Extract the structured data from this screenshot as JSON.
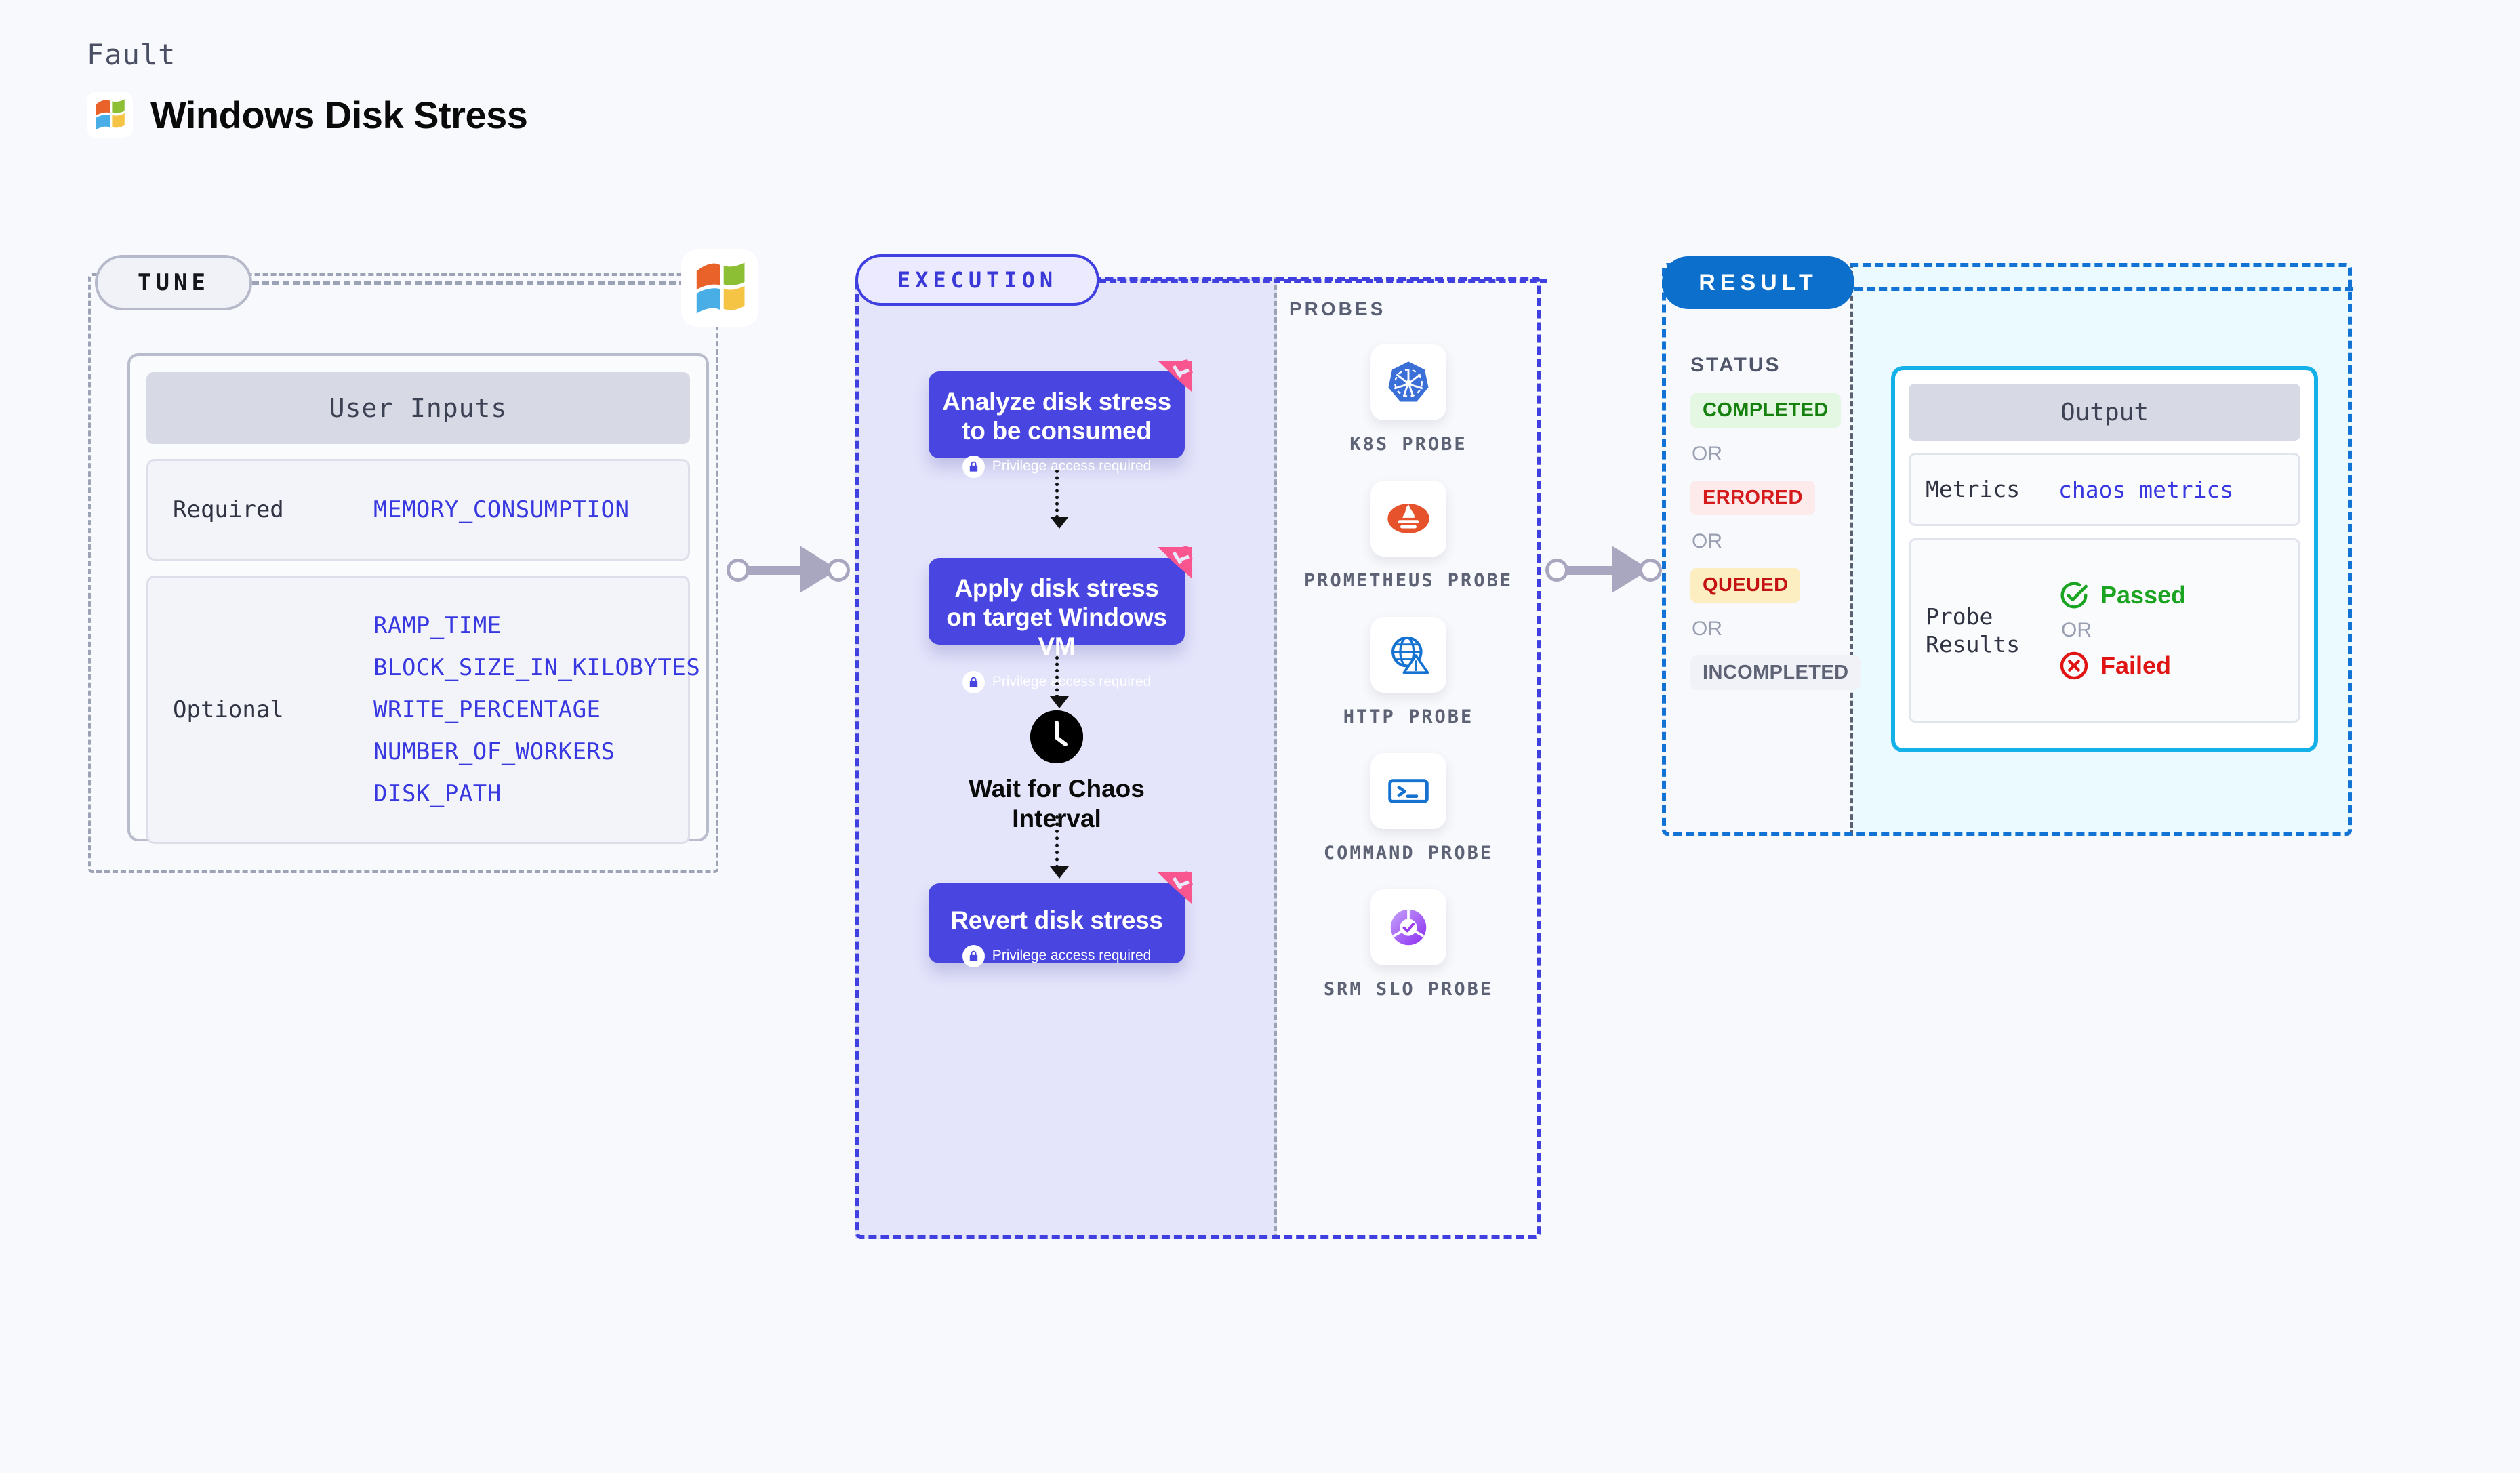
{
  "header": {
    "kicker": "Fault",
    "title": "Windows Disk Stress",
    "logo_icon": "windows-logo-icon"
  },
  "tune": {
    "pill_label": "TUNE",
    "logo_icon": "windows-logo-icon",
    "card_title": "User Inputs",
    "groups": [
      {
        "label": "Required",
        "values": [
          "MEMORY_CONSUMPTION"
        ]
      },
      {
        "label": "Optional",
        "values": [
          "RAMP_TIME",
          "BLOCK_SIZE_IN_KILOBYTES",
          "WRITE_PERCENTAGE",
          "NUMBER_OF_WORKERS",
          "DISK_PATH"
        ]
      }
    ]
  },
  "execution": {
    "pill_label": "EXECUTION",
    "privilege_note": "Privilege access required",
    "steps": [
      {
        "title": "Analyze disk stress to be consumed",
        "privileged": true
      },
      {
        "title": "Apply disk stress on target Windows VM",
        "privileged": true
      },
      {
        "title": "Revert disk stress",
        "privileged": true
      }
    ],
    "wait_node": {
      "label": "Wait for Chaos Interval",
      "icon": "clock-icon"
    },
    "probes_title": "PROBES",
    "probes": [
      {
        "label": "K8S PROBE",
        "icon": "kubernetes-icon"
      },
      {
        "label": "PROMETHEUS PROBE",
        "icon": "prometheus-icon"
      },
      {
        "label": "HTTP PROBE",
        "icon": "http-globe-icon"
      },
      {
        "label": "COMMAND PROBE",
        "icon": "terminal-icon"
      },
      {
        "label": "SRM SLO PROBE",
        "icon": "srm-slo-icon"
      }
    ]
  },
  "result": {
    "pill_label": "RESULT",
    "status_label": "STATUS",
    "or_label": "OR",
    "statuses": [
      {
        "text": "COMPLETED",
        "bg": "#e3f7e3",
        "fg": "#16810f"
      },
      {
        "text": "ERRORED",
        "bg": "#fdeaea",
        "fg": "#d41a1a"
      },
      {
        "text": "QUEUED",
        "bg": "#fdeec2",
        "fg": "#c41212"
      },
      {
        "text": "INCOMPLETED",
        "bg": "#f1f2f7",
        "fg": "#5d6375"
      }
    ],
    "output": {
      "title": "Output",
      "metrics_label": "Metrics",
      "metrics_value": "chaos metrics",
      "probe_results_label": "Probe Results",
      "passed_label": "Passed",
      "failed_label": "Failed",
      "or_label": "OR",
      "passed_icon": "check-circle-icon",
      "failed_icon": "x-circle-icon"
    }
  },
  "colors": {
    "page_bg": "#f8f9fc",
    "execution_purple": "#4845e0",
    "execution_panel": "#e4e4fb",
    "result_blue": "#0b6fcb",
    "output_border": "#14b0e8",
    "ribbon_pink": "#f9558f",
    "mono_value": "#3838e0"
  }
}
